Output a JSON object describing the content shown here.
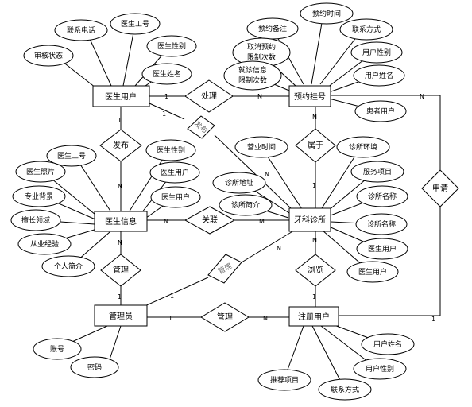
{
  "entities": {
    "doctor_user": "医生用户",
    "booking": "预约挂号",
    "doctor_info": "医生信息",
    "clinic": "牙科诊所",
    "admin": "管理员",
    "reg_user": "注册用户"
  },
  "relationships": {
    "handle": "处理",
    "publish1": "发布",
    "publish2": "发布",
    "belongs": "属于",
    "apply": "申请",
    "relate": "关联",
    "manage1": "管理",
    "manage2": "管理",
    "manage3": "管理",
    "browse": "浏览"
  },
  "attributes": {
    "doctor_user": [
      "联系电话",
      "医生工号",
      "审核状态",
      "医生性别",
      "医生姓名"
    ],
    "booking": [
      "预约时间",
      "预约备注",
      "联系方式",
      "取消预约\n限制次数",
      "用户性别",
      "就诊信息\n限制次数",
      "用户姓名",
      "患者用户"
    ],
    "doctor_info": [
      "医生工号",
      "医生性别",
      "医生照片",
      "医生用户",
      "专业背景",
      "医生用户",
      "擅长领域",
      "从业经验",
      "个人简介"
    ],
    "clinic": [
      "营业时间",
      "诊所环境",
      "服务项目",
      "诊所地址",
      "诊所简介",
      "诊所名称",
      "诊所名称",
      "医生用户",
      "医生用户"
    ],
    "admin": [
      "账号",
      "密码"
    ],
    "reg_user": [
      "用户姓名",
      "用户性别",
      "推荐项目",
      "联系方式"
    ]
  },
  "cardinalities": {
    "c_du_handle": "1",
    "c_handle_bk": "N",
    "c_du_pub1": "1",
    "c_pub1_di": "N",
    "c_du_pub2": "1",
    "c_pub2_cl": "N",
    "c_bk_bel": "N",
    "c_bel_cl": "1",
    "c_bk_apply": "N",
    "c_apply_ru": "1",
    "c_di_rel": "N",
    "c_rel_cl": "M",
    "c_di_man": "N",
    "c_man_ad": "1",
    "c_ad_man2": "1",
    "c_man2_cl": "N",
    "c_ad_man3": "1",
    "c_man3_ru": "N",
    "c_cl_browse": "N",
    "c_browse_ru": "1"
  }
}
